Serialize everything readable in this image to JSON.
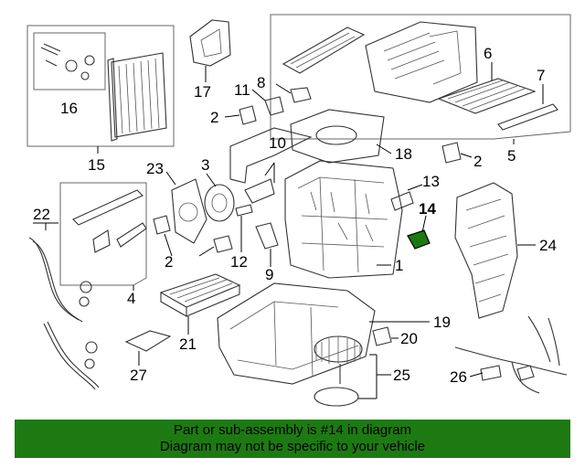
{
  "callouts": {
    "c1": "1",
    "c2a": "2",
    "c2b": "2",
    "c2c": "2",
    "c3": "3",
    "c4": "4",
    "c5": "5",
    "c6": "6",
    "c7": "7",
    "c8": "8",
    "c9": "9",
    "c10": "10",
    "c11": "11",
    "c12": "12",
    "c13": "13",
    "c14": "14",
    "c15": "15",
    "c16": "16",
    "c17": "17",
    "c18": "18",
    "c19": "19",
    "c20": "20",
    "c21": "21",
    "c22": "22",
    "c23": "23",
    "c24": "24",
    "c25": "25",
    "c26": "26",
    "c27": "27"
  },
  "highlight": {
    "part_number": "14",
    "color": "#1d7a12"
  },
  "banner": {
    "line1": "Part or sub-assembly is #14 in diagram",
    "line2": "Diagram may not be specific to your vehicle",
    "background": "#1d7a12"
  }
}
